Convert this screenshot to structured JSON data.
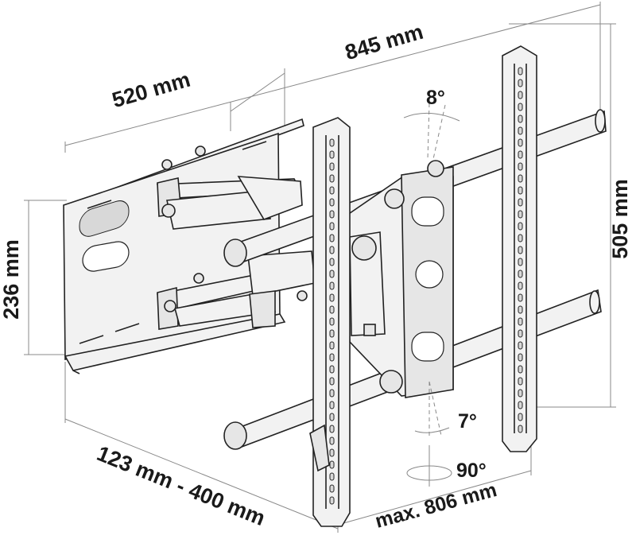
{
  "dimensions": {
    "depth_total": "845 mm",
    "wall_plate_width": "520 mm",
    "wall_plate_height": "236 mm",
    "vesa_height": "505 mm",
    "depth_range": "123 mm - 400 mm",
    "vesa_max_width": "max. 806 mm"
  },
  "angles": {
    "tilt_up": "8°",
    "tilt_down": "7°",
    "swivel": "90°"
  }
}
